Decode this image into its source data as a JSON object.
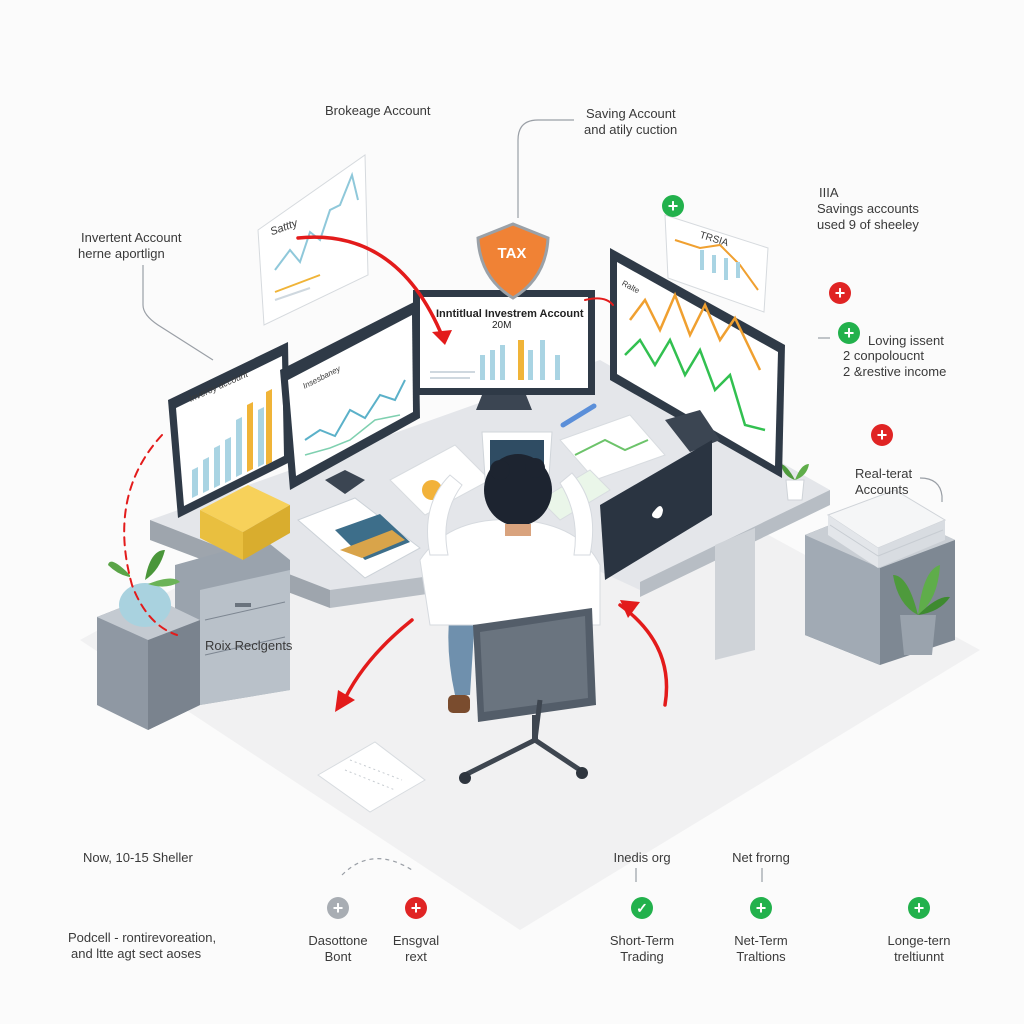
{
  "shield": {
    "text": "TAX"
  },
  "labels": {
    "brokerage": "Brokeage Account",
    "saving_l1": "Saving Account",
    "saving_l2": "and atily cuction",
    "invest_l1": "Invertent Account",
    "invest_l2": "herne aportlign",
    "ira_l1": "IIIA",
    "ira_l2": "Savings accounts",
    "ira_l3": "used 9 of sheeley",
    "loving_l1": "Loving issent",
    "loving_l2": "2 conpoloucnt",
    "loving_l3": "2 &restive income",
    "real_l1": "Real-terat",
    "real_l2": "Accounts",
    "roix": "Roix Reclgents",
    "now": "Now, 10-15 Sheller",
    "podcell_l1": "Podcell - rontirevoreation,",
    "podcell_l2": "and ltte agt sect aoses",
    "dasottone_l1": "Dasottone",
    "dasottone_l2": "Bont",
    "ensgval_l1": "Ensgval",
    "ensgval_l2": "rext",
    "inedis": "Inedis org",
    "short_l1": "Short-Term",
    "short_l2": "Trading",
    "netfrong": "Net frorng",
    "net_l1": "Net-Term",
    "net_l2": "Traltions",
    "long_l1": "Longe-tern",
    "long_l2": "treltiunnt"
  },
  "screens": {
    "center_title": "Inntitlual Investrem Account",
    "center_sub": "20M",
    "left_title": "Inveroy account",
    "mid_title": "Insesbaney",
    "right_title": "Ralte",
    "paper_title": "Sattty",
    "doc_title": "TRSIA"
  },
  "icons": {
    "plus": "+",
    "check": "✓",
    "green": "#22b14c",
    "red": "#e02424",
    "gray": "#a8adb3",
    "orange": "#ef7d3a"
  }
}
